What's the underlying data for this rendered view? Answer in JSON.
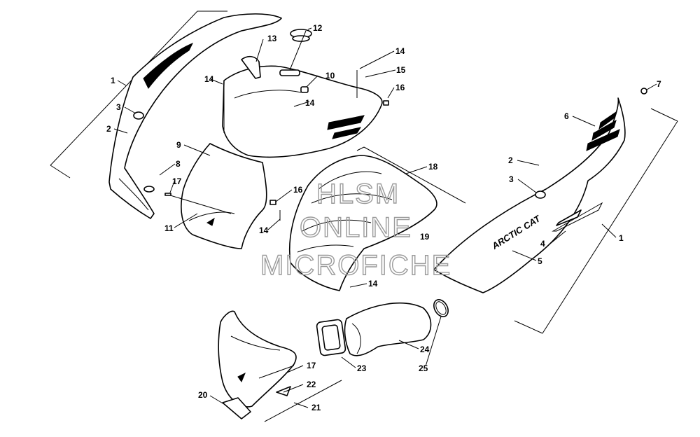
{
  "watermark": {
    "line1": "HLSM",
    "line2": "ONLINE",
    "line3": "MICROFICHE"
  },
  "decal_text": "ARCTIC CAT",
  "callouts": [
    {
      "id": "c1a",
      "label": "1"
    },
    {
      "id": "c3a",
      "label": "3"
    },
    {
      "id": "c2a",
      "label": "2"
    },
    {
      "id": "c13",
      "label": "13"
    },
    {
      "id": "c12",
      "label": "12"
    },
    {
      "id": "c14a",
      "label": "14"
    },
    {
      "id": "c10",
      "label": "10"
    },
    {
      "id": "c14b",
      "label": "14"
    },
    {
      "id": "c14c",
      "label": "14"
    },
    {
      "id": "c15",
      "label": "15"
    },
    {
      "id": "c16a",
      "label": "16"
    },
    {
      "id": "c9",
      "label": "9"
    },
    {
      "id": "c8",
      "label": "8"
    },
    {
      "id": "c17a",
      "label": "17"
    },
    {
      "id": "c11",
      "label": "11"
    },
    {
      "id": "c16b",
      "label": "16"
    },
    {
      "id": "c14d",
      "label": "14"
    },
    {
      "id": "c18",
      "label": "18"
    },
    {
      "id": "c19",
      "label": "19"
    },
    {
      "id": "c14e",
      "label": "14"
    },
    {
      "id": "c7",
      "label": "7"
    },
    {
      "id": "c6",
      "label": "6"
    },
    {
      "id": "c2b",
      "label": "2"
    },
    {
      "id": "c3b",
      "label": "3"
    },
    {
      "id": "c1b",
      "label": "1"
    },
    {
      "id": "c4",
      "label": "4"
    },
    {
      "id": "c5",
      "label": "5"
    },
    {
      "id": "c24",
      "label": "24"
    },
    {
      "id": "c23",
      "label": "23"
    },
    {
      "id": "c25",
      "label": "25"
    },
    {
      "id": "c17b",
      "label": "17"
    },
    {
      "id": "c22",
      "label": "22"
    },
    {
      "id": "c20",
      "label": "20"
    },
    {
      "id": "c21",
      "label": "21"
    }
  ]
}
